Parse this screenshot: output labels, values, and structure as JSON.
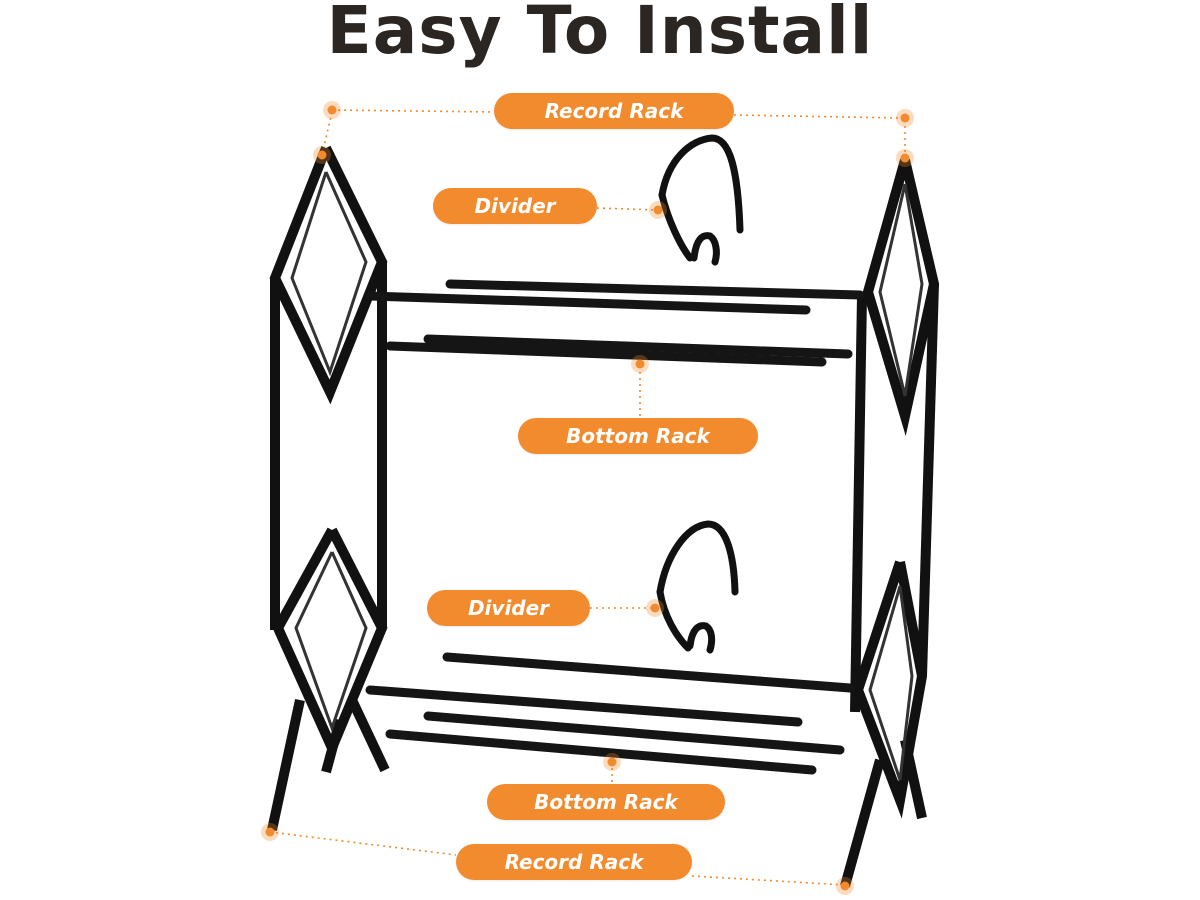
{
  "title": "Easy To Install",
  "colors": {
    "accent": "#f28a2e",
    "frame": "#111111",
    "title": "#2b2622"
  },
  "labels": {
    "record_rack_top": "Record Rack",
    "divider_top": "Divider",
    "bottom_rack_top": "Bottom Rack",
    "divider_bottom": "Divider",
    "bottom_rack_bottom": "Bottom Rack",
    "record_rack_bottom": "Record Rack"
  }
}
